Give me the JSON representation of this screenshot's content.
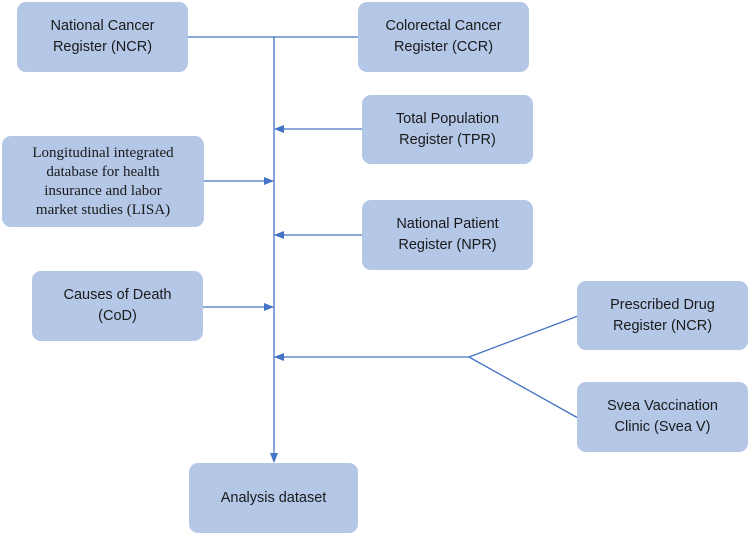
{
  "nodes": {
    "ncr": {
      "line1": "National Cancer",
      "line2": "Register (NCR)"
    },
    "ccr": {
      "line1": "Colorectal Cancer",
      "line2": "Register (CCR)"
    },
    "tpr": {
      "line1": "Total Population",
      "line2": "Register (TPR)"
    },
    "lisa": {
      "line1": "Longitudinal integrated",
      "line2": "database for health",
      "line3": "insurance and labor",
      "line4": "market studies (LISA)"
    },
    "npr": {
      "line1": "National Patient",
      "line2": "Register (NPR)"
    },
    "cod": {
      "line1": "Causes of Death",
      "line2": "(CoD)"
    },
    "pdr": {
      "line1": "Prescribed Drug",
      "line2": "Register (NCR)"
    },
    "svea": {
      "line1": "Svea Vaccination",
      "line2": "Clinic (Svea V)"
    },
    "analysis": {
      "line1": "Analysis dataset"
    }
  },
  "colors": {
    "box_fill": "#b4c7e7",
    "connector": "#4472c4",
    "text": "#1a1a1a"
  }
}
